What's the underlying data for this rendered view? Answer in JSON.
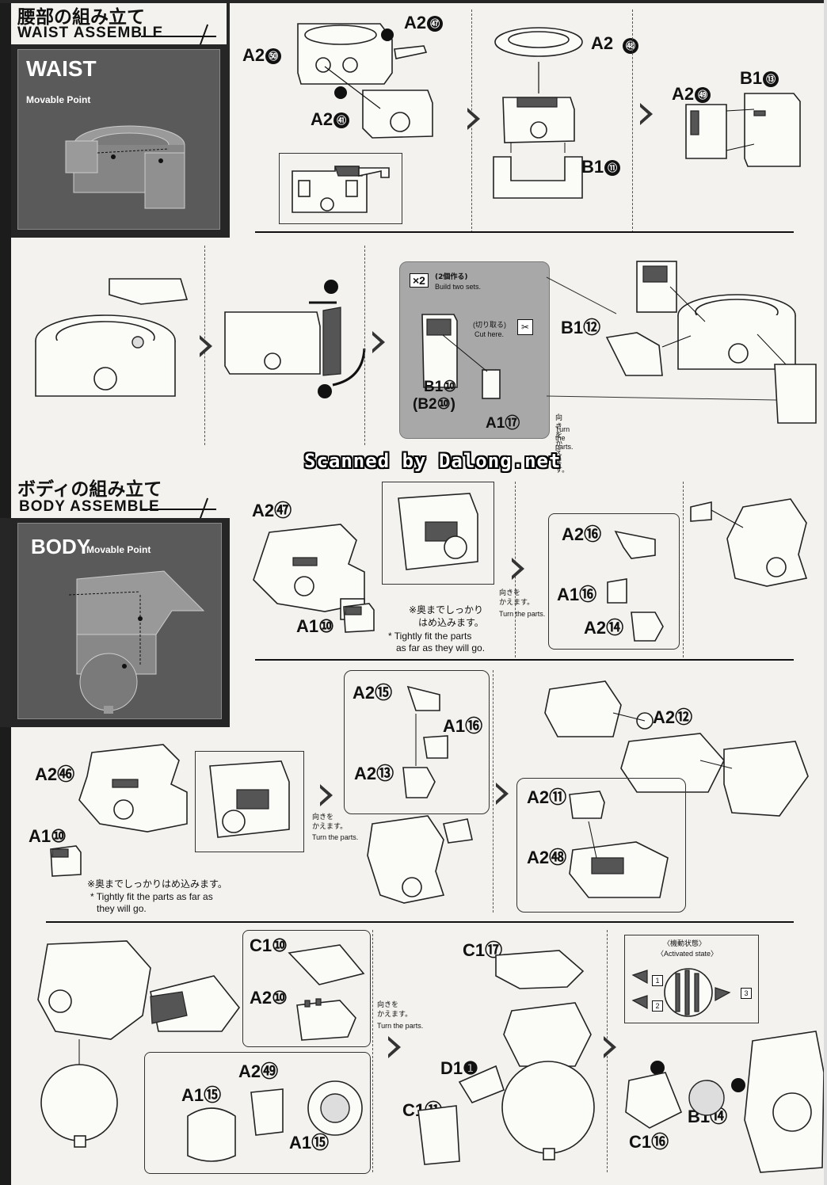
{
  "waist": {
    "title_jp": "腰部の組み立て",
    "title_en": "WAIST ASSEMBLE",
    "preview_title": "WAIST",
    "preview_sub": "Movable Point",
    "step1": {
      "a2_50": "A2",
      "n50": "㊿",
      "a2_47": "A2",
      "n47": "㊼",
      "a2_51": "A2",
      "n51": "㊶"
    },
    "step2": {
      "a2_48": "A2",
      "n48": "㊽",
      "b1_11": "B1",
      "n11": "⑪"
    },
    "step3": {
      "a2_49": "A2",
      "n49": "㊾",
      "b1_13": "B1",
      "n13": "⑬"
    },
    "step5": {
      "x2": "×2",
      "x2_jp": "(2個作る)",
      "x2_en": "Build two sets.",
      "cut_jp": "(切り取る)",
      "cut_en": "Cut here.",
      "b1_10": "B1⑩",
      "b2_10": "(B2⑩)",
      "a1_17": "A1⑰",
      "turn_jp": "向きをかえます。",
      "turn_en": "Turn the parts.",
      "b1_12": "B1⑫"
    }
  },
  "watermark": "Scanned by Dalong.net",
  "body": {
    "title_jp": "ボディの組み立て",
    "title_en": "BODY ASSEMBLE",
    "preview_title": "BODY",
    "preview_sub": "Movable Point",
    "r1": {
      "a2_57": "A2㊼",
      "a1_10": "A1⑩",
      "note_jp1": "※奥までしっかり",
      "note_jp2": "はめ込みます。",
      "note_en1": "* Tightly fit the parts",
      "note_en2": "as far as they will go.",
      "turn_jp1": "向きを",
      "turn_jp2": "かえます。",
      "turn_en": "Turn the parts.",
      "a2_66": "A2⑯",
      "a1_16": "A1⑯",
      "a2_64": "A2⑭"
    },
    "r2": {
      "a2_56": "A2㊻",
      "a1_10": "A1⑩",
      "note_jp": "※奥までしっかりはめ込みます。",
      "note_en1": "* Tightly fit the parts as far as",
      "note_en2": "they will go.",
      "turn_jp1": "向きを",
      "turn_jp2": "かえます。",
      "turn_en": "Turn the parts.",
      "a2_65": "A2⑮",
      "a1_16": "A1⑯",
      "a2_63": "A2⑬",
      "a2_62": "A2⑫",
      "a2_61": "A2⑪",
      "a2_58": "A2㊽"
    },
    "r3": {
      "c1_10": "C1⑩",
      "a2_60": "A2⑩",
      "a2_59": "A2㊾",
      "a1_15a": "A1⑮",
      "a1_15b": "A1⑮",
      "turn_jp1": "向きを",
      "turn_jp2": "かえます。",
      "turn_en": "Turn the parts.",
      "c1_17": "C1⑰",
      "d1_1": "D1❶",
      "c1_11": "C1⑪",
      "activated_jp": "〈機動状態〉",
      "activated_en": "〈Activated state〉",
      "s1": "1",
      "s2": "2",
      "s3": "3",
      "b1_14": "B1⑭",
      "c1_16": "C1⑯"
    }
  }
}
